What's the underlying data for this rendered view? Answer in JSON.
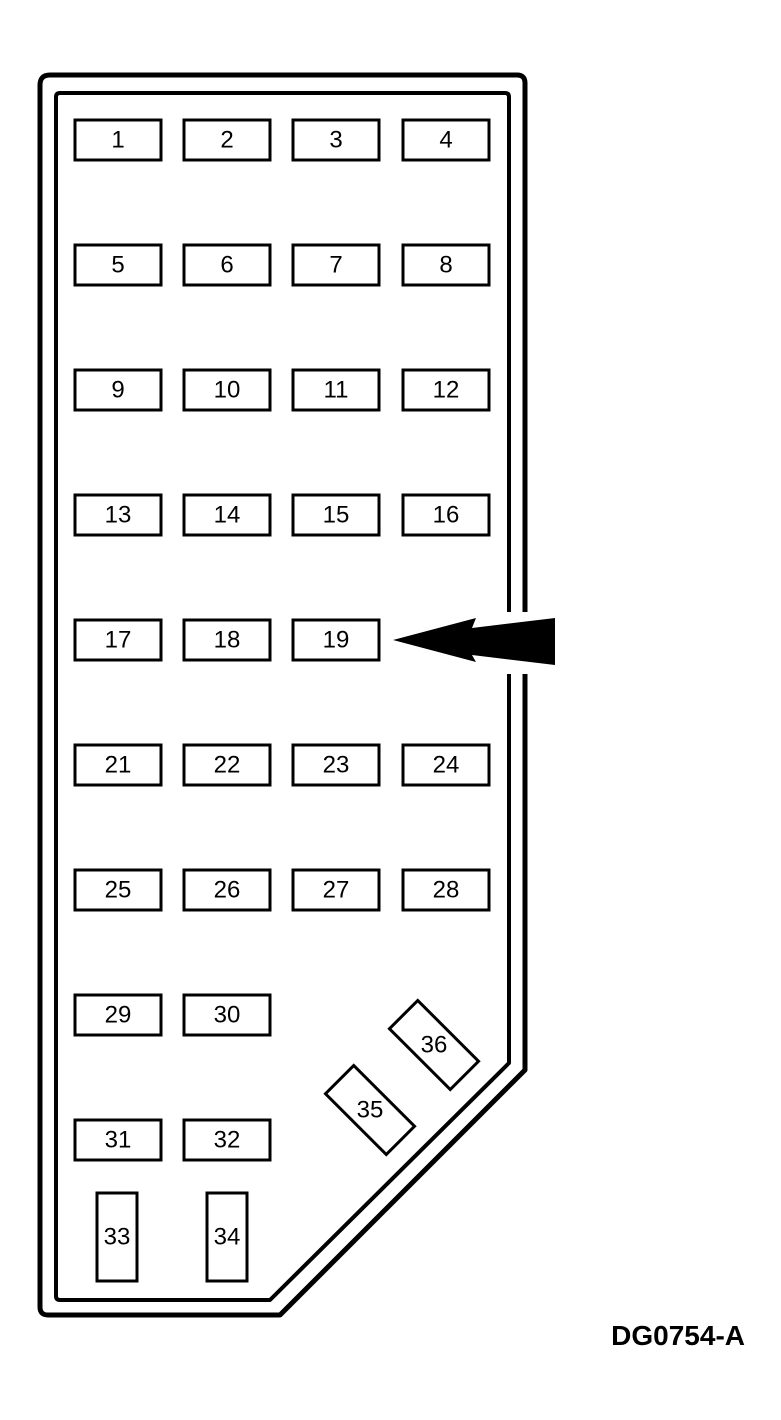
{
  "diagram": {
    "figure_code": "DG0754-A",
    "colors": {
      "stroke": "#000000",
      "fill": "#ffffff",
      "arrow": "#000000"
    },
    "fuses": [
      {
        "label": "1"
      },
      {
        "label": "2"
      },
      {
        "label": "3"
      },
      {
        "label": "4"
      },
      {
        "label": "5"
      },
      {
        "label": "6"
      },
      {
        "label": "7"
      },
      {
        "label": "8"
      },
      {
        "label": "9"
      },
      {
        "label": "10"
      },
      {
        "label": "11"
      },
      {
        "label": "12"
      },
      {
        "label": "13"
      },
      {
        "label": "14"
      },
      {
        "label": "15"
      },
      {
        "label": "16"
      },
      {
        "label": "17"
      },
      {
        "label": "18"
      },
      {
        "label": "19"
      },
      {
        "label": "21"
      },
      {
        "label": "22"
      },
      {
        "label": "23"
      },
      {
        "label": "24"
      },
      {
        "label": "25"
      },
      {
        "label": "26"
      },
      {
        "label": "27"
      },
      {
        "label": "28"
      },
      {
        "label": "29"
      },
      {
        "label": "30"
      },
      {
        "label": "31"
      },
      {
        "label": "32"
      },
      {
        "label": "33"
      },
      {
        "label": "34"
      },
      {
        "label": "35"
      },
      {
        "label": "36"
      }
    ]
  }
}
